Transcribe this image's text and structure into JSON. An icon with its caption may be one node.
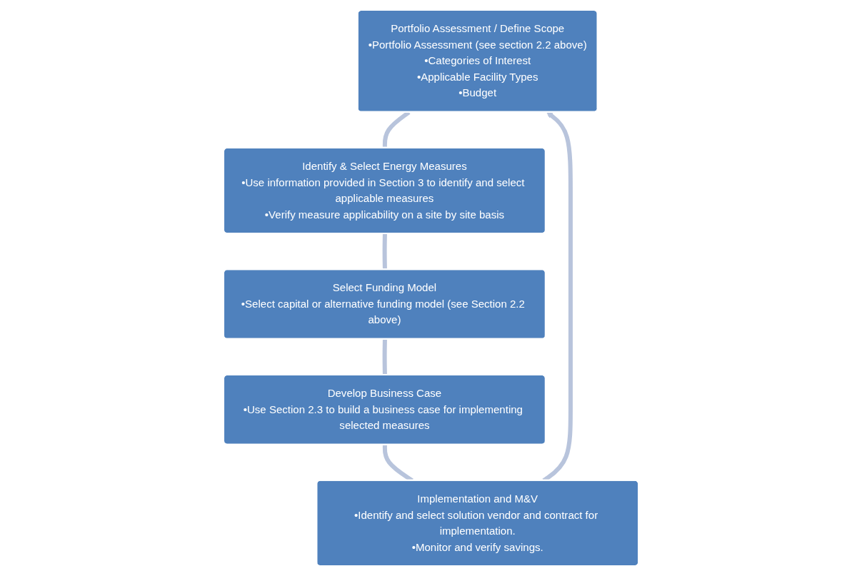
{
  "diagram": {
    "nodes": [
      {
        "text": [
          "Portfolio Assessment / Define Scope",
          "•Portfolio Assessment (see section 2.2 above)",
          "•Categories of Interest",
          "•Applicable Facility Types",
          "•Budget"
        ]
      },
      {
        "text": [
          "Identify & Select Energy Measures",
          "•Use information provided in Section 3 to identify and select applicable measures",
          "•Verify measure applicability on a site by site basis"
        ]
      },
      {
        "text": [
          "Select Funding Model",
          "•Select capital or alternative funding model (see Section 2.2 above)"
        ]
      },
      {
        "text": [
          "Develop Business Case",
          "•Use Section 2.3 to build a business case for implementing selected measures"
        ]
      },
      {
        "text": [
          "Implementation and M&V",
          "•Identify and select solution vendor and contract for implementation.",
          "•Monitor and verify savings."
        ]
      }
    ],
    "edges": [
      {
        "from": 0,
        "to": 1,
        "arrow": "none"
      },
      {
        "from": 1,
        "to": 2,
        "arrow": "none"
      },
      {
        "from": 2,
        "to": 3,
        "arrow": "none"
      },
      {
        "from": 3,
        "to": 4,
        "arrow": "none"
      },
      {
        "from": 4,
        "to": 0,
        "arrow": "to"
      }
    ]
  }
}
